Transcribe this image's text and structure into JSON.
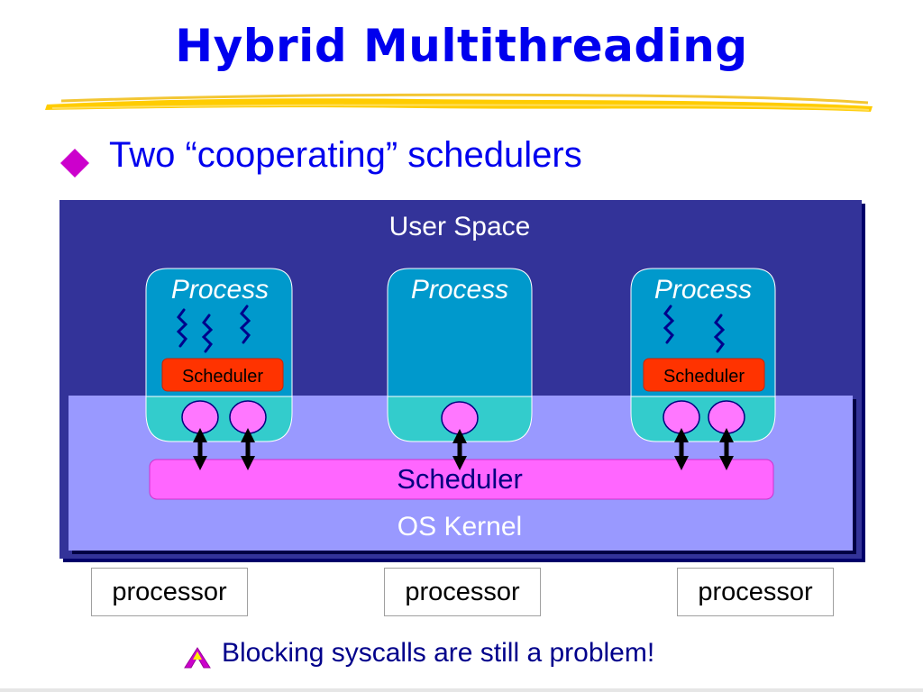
{
  "slide": {
    "title": "Hybrid Multithreading",
    "bullet": "Two “cooperating” schedulers",
    "footer_note": "Blocking syscalls are still a problem!"
  },
  "diagram": {
    "user_space_label": "User Space",
    "os_kernel_label": "OS Kernel",
    "kernel_scheduler_label": "Scheduler",
    "processes": [
      {
        "label": "Process",
        "user_scheduler_label": "Scheduler",
        "user_threads": 3,
        "kernel_threads": 2
      },
      {
        "label": "Process",
        "user_scheduler_label": "",
        "user_threads": 0,
        "kernel_threads": 1
      },
      {
        "label": "Process",
        "user_scheduler_label": "Scheduler",
        "user_threads": 2,
        "kernel_threads": 2
      }
    ],
    "processors": [
      "processor",
      "processor",
      "processor"
    ]
  },
  "colors": {
    "title_blue": "#0000ee",
    "user_space_bg": "#333399",
    "kernel_bg": "#9999ff",
    "process_blue": "#0099cc",
    "process_lower_cyan": "#33cccc",
    "kernel_scheduler_pink": "#ff66ff",
    "user_scheduler_red": "#ff3300",
    "thread_pink": "#ff77ff",
    "bullet_magenta": "#cc00cc",
    "underline_yellow": "#ffcc00"
  },
  "icons": {
    "bullet": "diamond-bullet-icon",
    "footer": "caret-arrow-icon",
    "thread": "squiggle-thread-icon",
    "link": "double-arrow-icon"
  }
}
